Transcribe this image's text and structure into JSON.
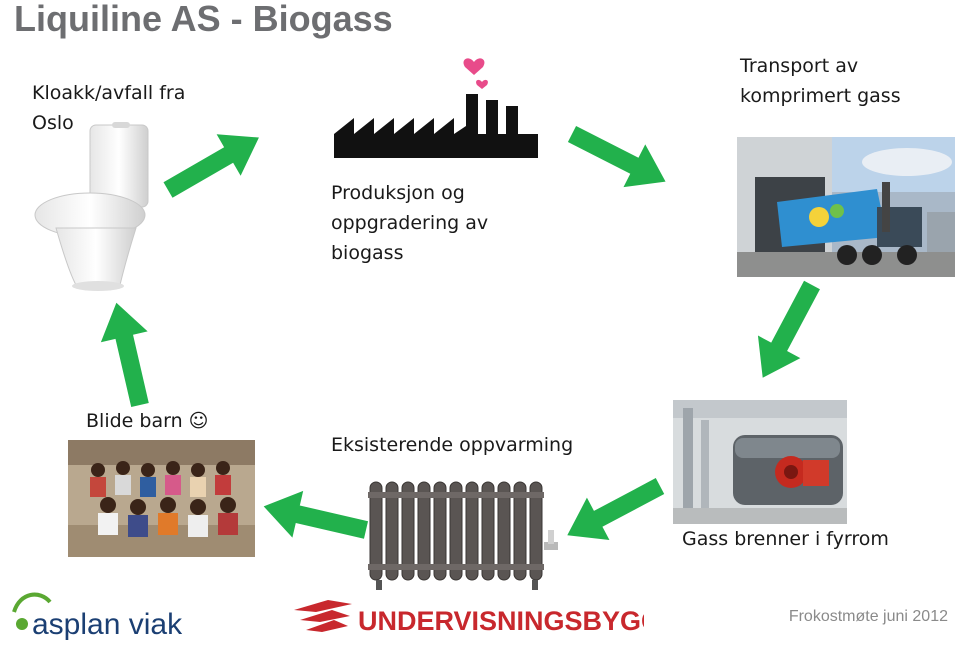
{
  "title": "Liquiline AS - Biogass",
  "steps": {
    "source": {
      "lines": [
        "Kloakk/avfall fra",
        "Oslo"
      ]
    },
    "production": {
      "lines": [
        "Produksjon og",
        "oppgradering av",
        "biogass"
      ]
    },
    "transport": {
      "lines": [
        "Transport av",
        "komprimert gass"
      ]
    },
    "burner": {
      "lines": [
        "Gass brenner i fyrrom"
      ]
    },
    "heating": {
      "lines": [
        "Eksisterende oppvarming"
      ]
    },
    "children": {
      "lines": [
        "Blide barn ☺"
      ]
    }
  },
  "logos": {
    "asplan": "asplan viak",
    "undervisningsbygg": "UNDERVISNINGSBYGG"
  },
  "footer": "Frokostmøte juni 2012",
  "colors": {
    "arrow": "#22b14c",
    "title": "#6d6e71",
    "logo_blue": "#1b3f73",
    "logo_green": "#5aa832",
    "logo_red": "#c8282d"
  }
}
